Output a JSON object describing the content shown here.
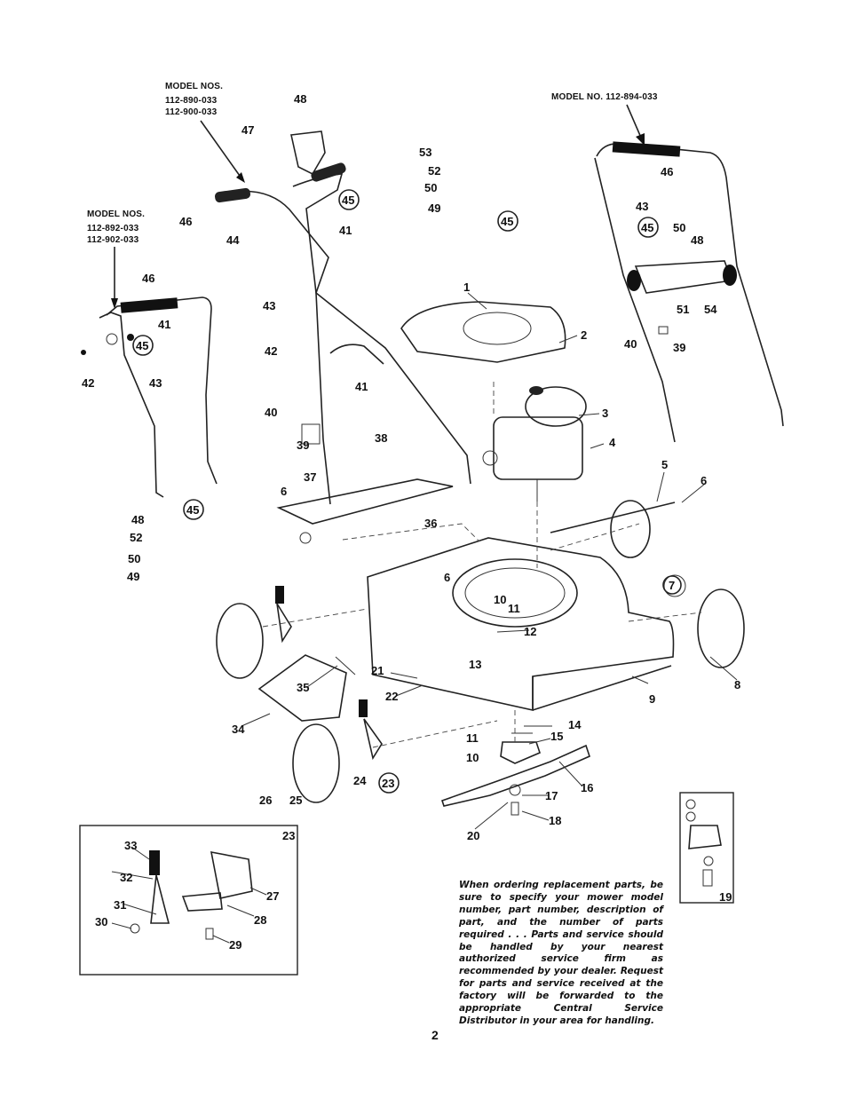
{
  "header": {
    "model_nos_left_title": "MODEL NOS.",
    "model_nos_left_1": "112-890-033",
    "model_nos_left_2": "112-900-033",
    "model_nos_mid_title": "MODEL NOS.",
    "model_nos_mid_1": "112-892-033",
    "model_nos_mid_2": "112-902-033",
    "model_no_right": "MODEL NO. 112-894-033"
  },
  "callouts": [
    "1",
    "2",
    "3",
    "4",
    "5",
    "6",
    "6",
    "6",
    "7",
    "8",
    "9",
    "10",
    "10",
    "11",
    "11",
    "12",
    "13",
    "14",
    "15",
    "16",
    "17",
    "18",
    "19",
    "20",
    "21",
    "22",
    "23",
    "23",
    "24",
    "25",
    "26",
    "27",
    "28",
    "29",
    "30",
    "31",
    "32",
    "33",
    "34",
    "35",
    "36",
    "37",
    "38",
    "39",
    "39",
    "40",
    "40",
    "41",
    "41",
    "41",
    "42",
    "42",
    "43",
    "43",
    "43",
    "44",
    "45",
    "45",
    "45",
    "45",
    "45",
    "46",
    "46",
    "46",
    "47",
    "48",
    "48",
    "48",
    "49",
    "49",
    "50",
    "50",
    "50",
    "51",
    "52",
    "52",
    "53",
    "54"
  ],
  "note": "When ordering replacement parts, be sure to specify your mower model number, part number, description of part, and the number of parts required . . . Parts and service should be handled by your nearest authorized service firm as recommended by your dealer. Request for parts and service received at the factory will be forwarded to the appropriate Central Service Distributor in your area for handling.",
  "page_number": "2"
}
